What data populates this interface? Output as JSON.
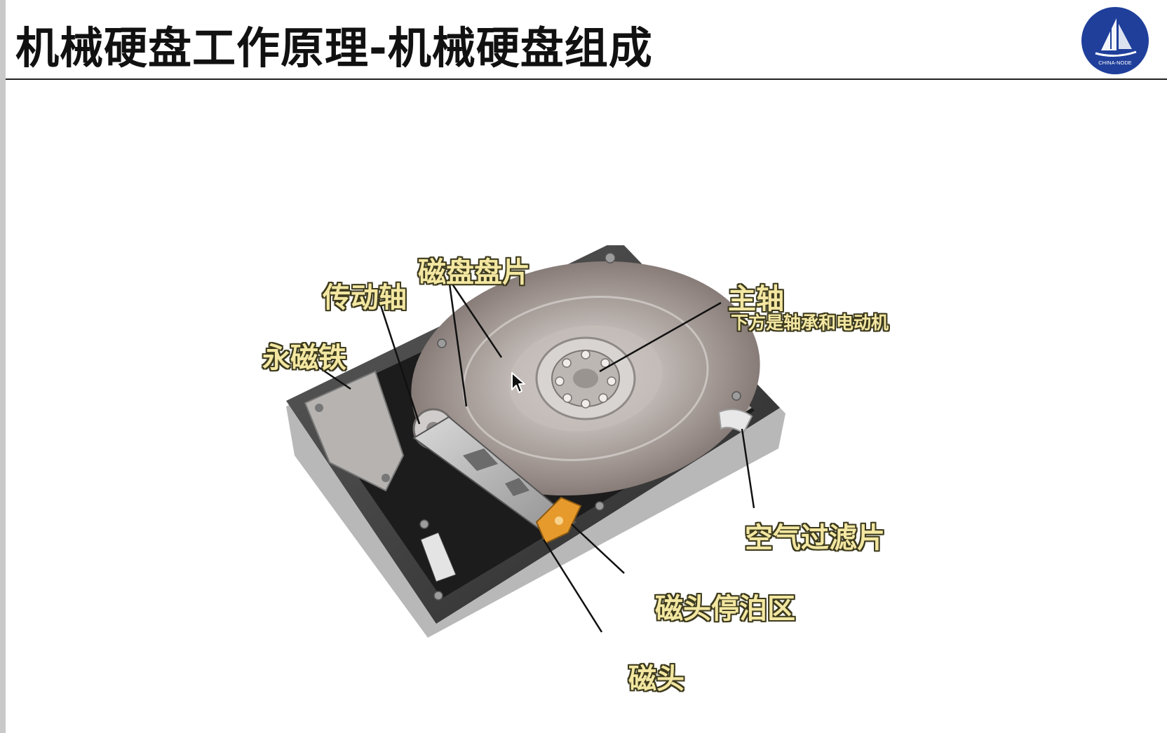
{
  "slide": {
    "title": "机械硬盘工作原理-机械硬盘组成"
  },
  "logo": {
    "text": "CHINA-NODE",
    "color": "#1f3f9b"
  },
  "diagram": {
    "labels": {
      "platter": "磁盘盘片",
      "spindle": "主轴",
      "spindle_note": "下方是轴承和电动机",
      "actuator_axis": "传动轴",
      "magnet": "永磁铁",
      "air_filter": "空气过滤片",
      "head_parking": "磁头停泊区",
      "head": "磁头"
    },
    "label_color": "#f3e7a1"
  }
}
